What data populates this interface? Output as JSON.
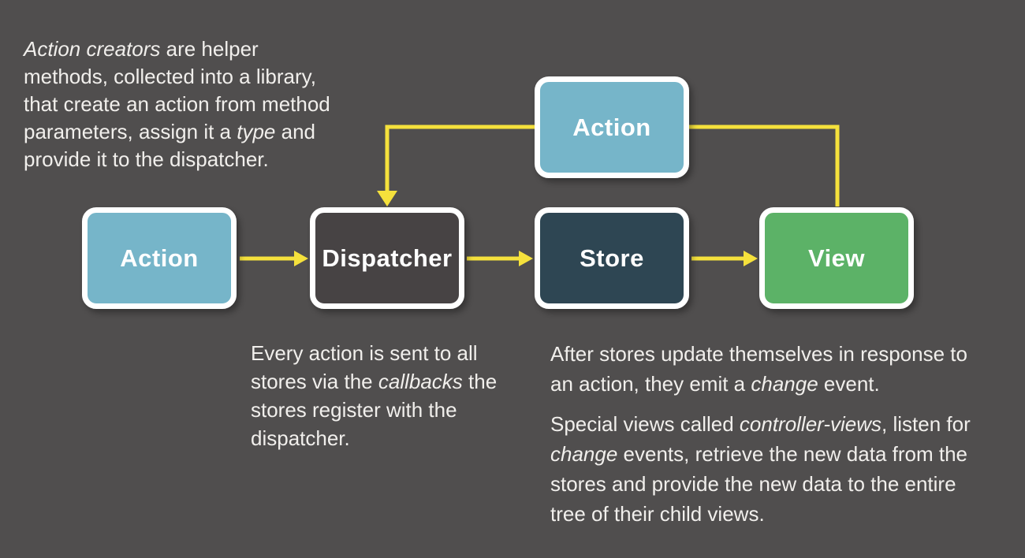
{
  "title": "Flux data flow diagram",
  "colors": {
    "background": "#504e4e",
    "text": "#f1efec",
    "arrow": "#f5e13c",
    "box_border": "#ffffff",
    "action_fill": "#76b5c9",
    "dispatcher_fill": "#474344",
    "store_fill": "#2e4653",
    "view_fill": "#5cb267"
  },
  "boxes": {
    "action_top": {
      "label": "Action"
    },
    "action_left": {
      "label": "Action"
    },
    "dispatcher": {
      "label": "Dispatcher"
    },
    "store": {
      "label": "Store"
    },
    "view": {
      "label": "View"
    }
  },
  "arrows": [
    {
      "name": "action-left-to-dispatcher",
      "from": "Action",
      "to": "Dispatcher",
      "head": "right"
    },
    {
      "name": "dispatcher-to-store",
      "from": "Dispatcher",
      "to": "Store",
      "head": "right"
    },
    {
      "name": "store-to-view",
      "from": "Store",
      "to": "View",
      "head": "right"
    },
    {
      "name": "action-top-to-dispatcher",
      "from": "Action",
      "to": "Dispatcher",
      "head": "down"
    },
    {
      "name": "view-to-action-top",
      "from": "View",
      "to": "Action",
      "head": "none"
    }
  ],
  "notes": {
    "action_creators": {
      "lines": [
        [
          {
            "text": "Action creators",
            "italic": true
          },
          {
            "text": " are helper",
            "italic": false
          }
        ],
        [
          {
            "text": "methods, collected into a library,",
            "italic": false
          }
        ],
        [
          {
            "text": "that create an action from method",
            "italic": false
          }
        ],
        [
          {
            "text": "parameters, assign it a ",
            "italic": false
          },
          {
            "text": "type",
            "italic": true
          },
          {
            "text": " and",
            "italic": false
          }
        ],
        [
          {
            "text": "provide it to the dispatcher.",
            "italic": false
          }
        ]
      ]
    },
    "dispatcher_note": {
      "lines": [
        [
          {
            "text": "Every action is sent to all",
            "italic": false
          }
        ],
        [
          {
            "text": "stores via the ",
            "italic": false
          },
          {
            "text": "callbacks",
            "italic": true
          },
          {
            "text": " the",
            "italic": false
          }
        ],
        [
          {
            "text": "stores register with the",
            "italic": false
          }
        ],
        [
          {
            "text": "dispatcher.",
            "italic": false
          }
        ]
      ]
    },
    "store_view_note": {
      "paragraphs": [
        {
          "lines": [
            [
              {
                "text": "After stores update themselves in response to",
                "italic": false
              }
            ],
            [
              {
                "text": "an action, they emit a ",
                "italic": false
              },
              {
                "text": "change",
                "italic": true
              },
              {
                "text": " event.",
                "italic": false
              }
            ]
          ]
        },
        {
          "lines": [
            [
              {
                "text": "Special views called ",
                "italic": false
              },
              {
                "text": "controller-views",
                "italic": true
              },
              {
                "text": ", listen for",
                "italic": false
              }
            ],
            [
              {
                "text": "change",
                "italic": true
              },
              {
                "text": " events, retrieve the new data from the",
                "italic": false
              }
            ],
            [
              {
                "text": "stores and provide the new data to the entire",
                "italic": false
              }
            ],
            [
              {
                "text": "tree of their child views.",
                "italic": false
              }
            ]
          ]
        }
      ]
    }
  }
}
